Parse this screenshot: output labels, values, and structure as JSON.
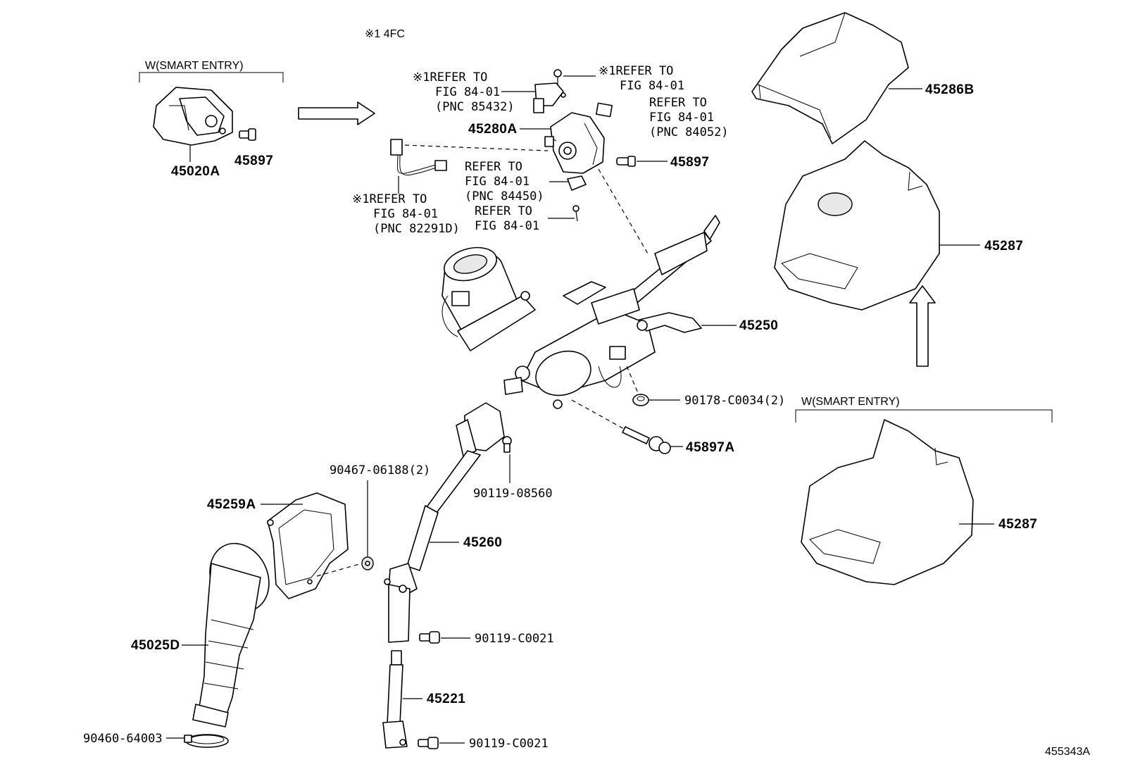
{
  "header": {
    "note": "※1 4FC",
    "diagram_id": "455343A"
  },
  "groups": {
    "smart_entry_left": "W(SMART ENTRY)",
    "smart_entry_right": "W(SMART ENTRY)"
  },
  "parts": {
    "p45020A": "45020A",
    "p45897_left": "45897",
    "p45280A": "45280A",
    "p45897_right": "45897",
    "p45286B": "45286B",
    "p45287_top": "45287",
    "p45287_bottom": "45287",
    "p45250": "45250",
    "p90178": "90178-C0034(2)",
    "p45897A": "45897A",
    "p90467": "90467-06188(2)",
    "p90119_08560": "90119-08560",
    "p45259A": "45259A",
    "p45260": "45260",
    "p45025D": "45025D",
    "p90119_C0021_a": "90119-C0021",
    "p45221": "45221",
    "p90460": "90460-64003",
    "p90119_C0021_b": "90119-C0021"
  },
  "refs": {
    "r85432": {
      "l1": "※1REFER TO",
      "l2": "FIG 84-01",
      "l3": "(PNC 85432)"
    },
    "r_fig_top": {
      "l1": "※1REFER TO",
      "l2": "FIG 84-01"
    },
    "r84052": {
      "l1": "REFER TO",
      "l2": "FIG 84-01",
      "l3": "(PNC 84052)"
    },
    "r84450": {
      "l1": "REFER TO",
      "l2": "FIG 84-01",
      "l3": "(PNC 84450)"
    },
    "r_fig_mid": {
      "l1": "REFER TO",
      "l2": "FIG 84-01"
    },
    "r82291D": {
      "l1": "※1REFER TO",
      "l2": "FIG 84-01",
      "l3": "(PNC 82291D)"
    }
  }
}
